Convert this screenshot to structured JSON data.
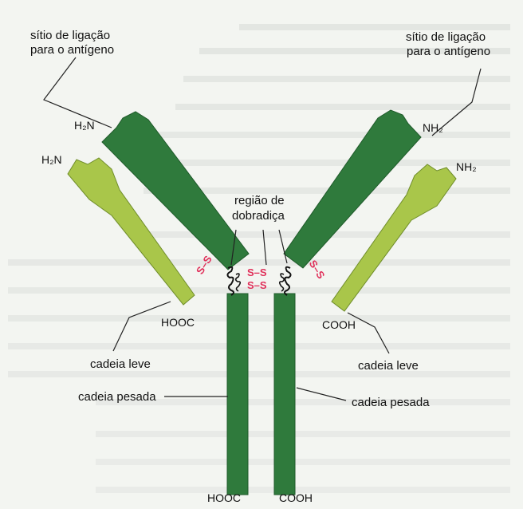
{
  "colors": {
    "heavy_chain": "#2f7a3c",
    "light_chain": "#a9c64a",
    "disulfide": "#e0305a",
    "background": "#f3f5f1"
  },
  "labels": {
    "antigen_site_left_line1": "sítio de ligação",
    "antigen_site_left_line2": "para o antígeno",
    "antigen_site_right_line1": "sítio de ligação",
    "antigen_site_right_line2": "para o antígeno",
    "hinge_line1": "região de",
    "hinge_line2": "dobradiça",
    "light_chain_left": "cadeia leve",
    "light_chain_right": "cadeia leve",
    "heavy_chain_left": "cadeia pesada",
    "heavy_chain_right": "cadeia pesada"
  },
  "termini": {
    "h2n_heavy": "H₂N",
    "h2n_light": "H₂N",
    "nh2_heavy": "NH₂",
    "nh2_light": "NH₂",
    "hooc_light": "HOOC",
    "cooh_light": "COOH",
    "hooc_heavy": "HOOC",
    "cooh_heavy": "COOH"
  },
  "bonds": {
    "ss": "S–S"
  }
}
